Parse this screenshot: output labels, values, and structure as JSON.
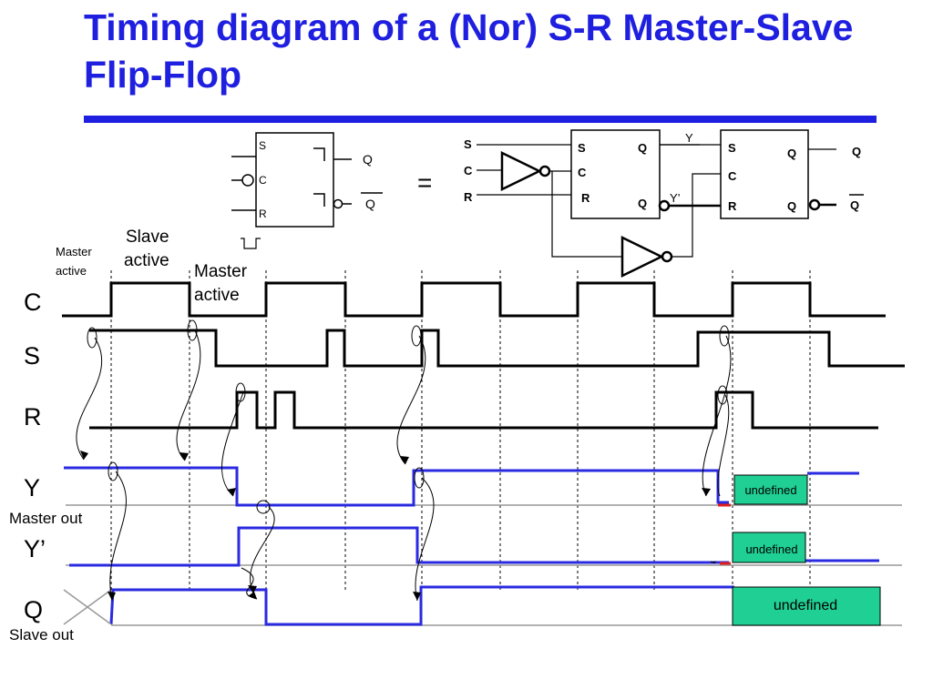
{
  "title": "Timing diagram of a (Nor) S-R Master-Slave Flip-Flop",
  "equals_sign": "=",
  "symbol": {
    "pin_s": "S",
    "pin_c": "C",
    "pin_r": "R",
    "out_q": "Q",
    "out_q_bar": "Q"
  },
  "master": {
    "pin_s": "S",
    "pin_c": "C",
    "pin_r": "R",
    "out_q": "Q",
    "out_q_bar": "Q"
  },
  "slave": {
    "pin_s": "S",
    "pin_c": "C",
    "pin_r": "R",
    "out_q": "Q",
    "out_q_bar": "Q"
  },
  "inputs": {
    "s": "S",
    "c": "C",
    "r": "R"
  },
  "wires": {
    "y": "Y",
    "y_prime": "Y’"
  },
  "outputs": {
    "q": "Q",
    "q_bar": "Q"
  },
  "annotations": {
    "master_active_small_1": "Master",
    "master_active_small_2": "active",
    "slave_active_1": "Slave",
    "slave_active_2": "active",
    "master_active_1": "Master",
    "master_active_2": "active",
    "master_out": "Master out",
    "slave_out": "Slave out"
  },
  "signals": {
    "c": "C",
    "s": "S",
    "r": "R",
    "y": "Y",
    "y_prime": "Y’",
    "q": "Q"
  },
  "undefined_labels": {
    "y": "undefined",
    "y_prime": "undefined",
    "q": "undefined"
  },
  "colors": {
    "title": "#1f1fe0",
    "trace_blue": "#2a2ae0",
    "undefined_fill": "#1fcf94",
    "black": "#000000",
    "gray": "#999999",
    "red_tick": "#e02020"
  }
}
